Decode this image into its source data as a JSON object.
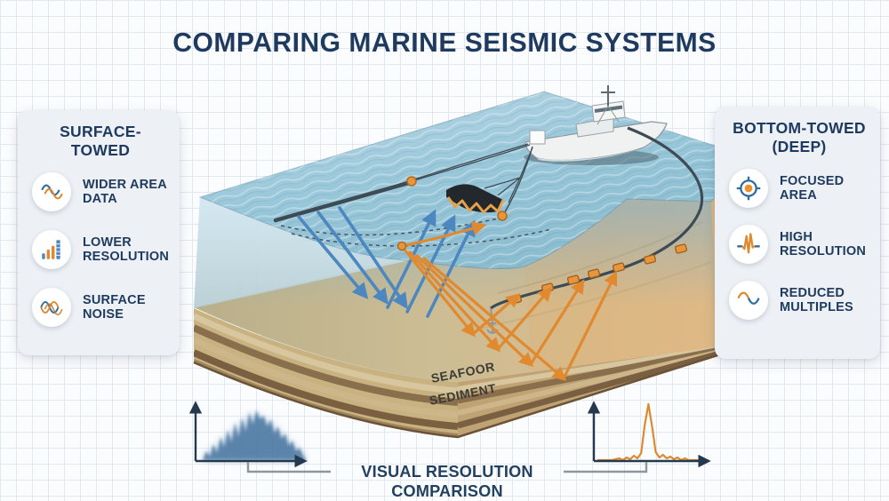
{
  "title": "COMPARING MARINE SEISMIC SYSTEMS",
  "left_panel": {
    "title": "SURFACE-TOWED",
    "items": [
      {
        "icon": "dual-wave-icon",
        "label": "WIDER AREA DATA"
      },
      {
        "icon": "bar-chart-icon",
        "label": "LOWER RESOLUTION"
      },
      {
        "icon": "noise-waves-icon",
        "label": "SURFACE NOISE"
      }
    ]
  },
  "right_panel": {
    "title": "BOTTOM-TOWED (DEEP)",
    "items": [
      {
        "icon": "target-icon",
        "label": "FOCUSED AREA"
      },
      {
        "icon": "pulse-spike-icon",
        "label": "HIGH RESOLUTION"
      },
      {
        "icon": "sine-wave-icon",
        "label": "REDUCED MULTIPLES"
      }
    ]
  },
  "scene": {
    "seafloor_label": "SEAFOOR",
    "sediment_label": "SEDIMENT"
  },
  "comparison": {
    "label": "VISUAL RESOLUTION COMPARISON"
  },
  "colors": {
    "navy": "#1e3a5e",
    "blue_arrow": "#4d87c0",
    "orange": "#e0892f",
    "water": "#9ac8da",
    "sand": "#d9ba8c",
    "cable": "#3d4b55",
    "grid": "#e2e8f0"
  },
  "chart_data": [
    {
      "type": "area",
      "name": "surface-towed-resolution",
      "description": "broad blurred noisy mound = lower resolution",
      "color": "#4f7fae",
      "values": [
        0,
        10,
        4,
        18,
        8,
        26,
        14,
        34,
        20,
        42,
        26,
        48,
        32,
        54,
        40,
        56,
        46,
        50,
        38,
        46,
        30,
        38,
        24,
        30,
        16,
        22,
        10,
        14,
        5,
        0
      ]
    },
    {
      "type": "line",
      "name": "bottom-towed-resolution",
      "description": "single sharp narrow spike = high resolution",
      "color": "#dd8a2f",
      "values": [
        0,
        0,
        0,
        0,
        0,
        1,
        2,
        0,
        3,
        1,
        5,
        2,
        8,
        40,
        63,
        38,
        9,
        3,
        6,
        2,
        4,
        1,
        3,
        0,
        2,
        0,
        0,
        0,
        0,
        0,
        0
      ]
    }
  ]
}
